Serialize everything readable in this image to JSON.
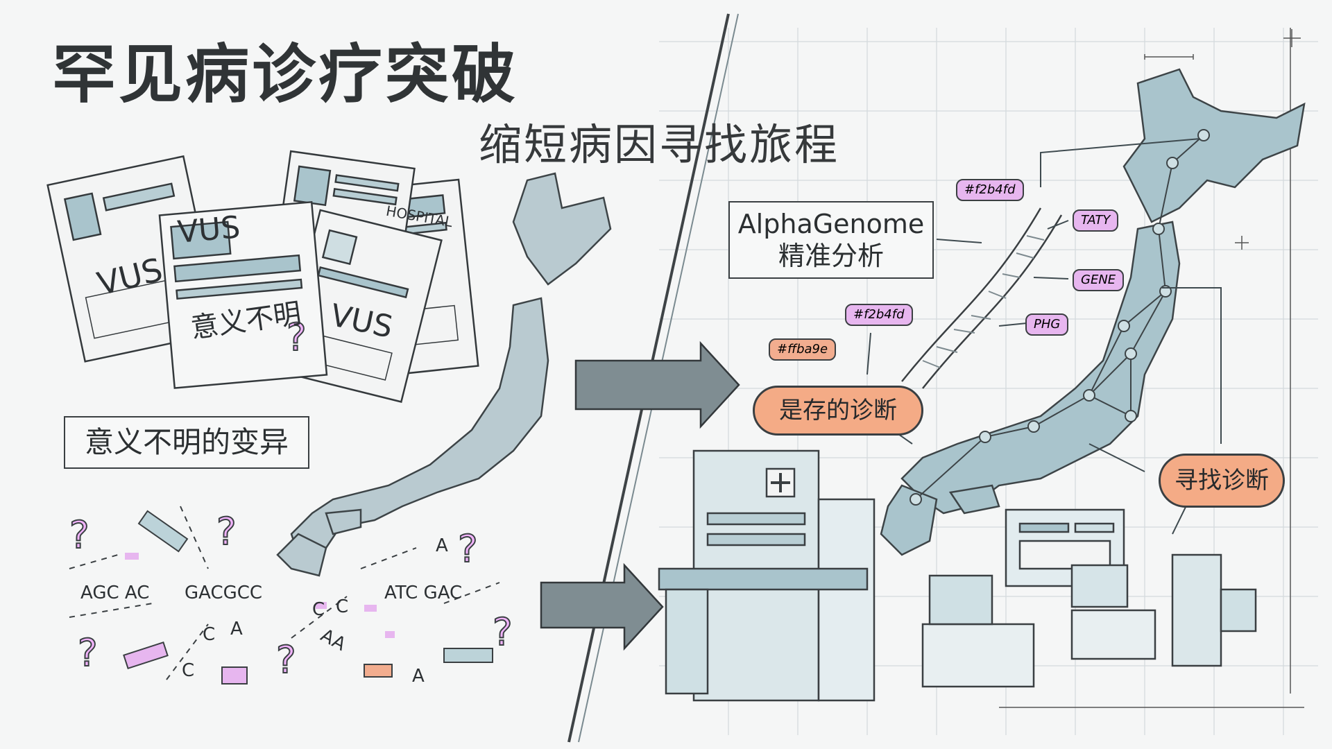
{
  "title": "罕见病诊疗突破",
  "subtitle": "缩短病因寻找旅程",
  "left": {
    "label": "意义不明的变异",
    "documents": {
      "vus": "VUS",
      "unknown_meaning": "意义不明",
      "hospital": "HOSPITAL"
    },
    "sequences": [
      "AGC AC",
      "GACGCC",
      "ATC GAC",
      "AA"
    ],
    "letters": [
      "A",
      "C",
      "C",
      "C",
      "A",
      "A",
      "C"
    ]
  },
  "right": {
    "ai_label_line1": "AlphaGenome",
    "ai_label_line2": "精准分析",
    "tags": [
      "#f2b4fd",
      "TATY",
      "GENE",
      "#f2b4fd",
      "PHG",
      "#ffba9e"
    ],
    "bubble_existing": "是存的诊断",
    "bubble_find": "寻找诊断"
  },
  "colors": {
    "map_blue": "#a9c4cc",
    "pink": "#e7b6ef",
    "orange": "#f4ab86",
    "ink": "#303436"
  }
}
